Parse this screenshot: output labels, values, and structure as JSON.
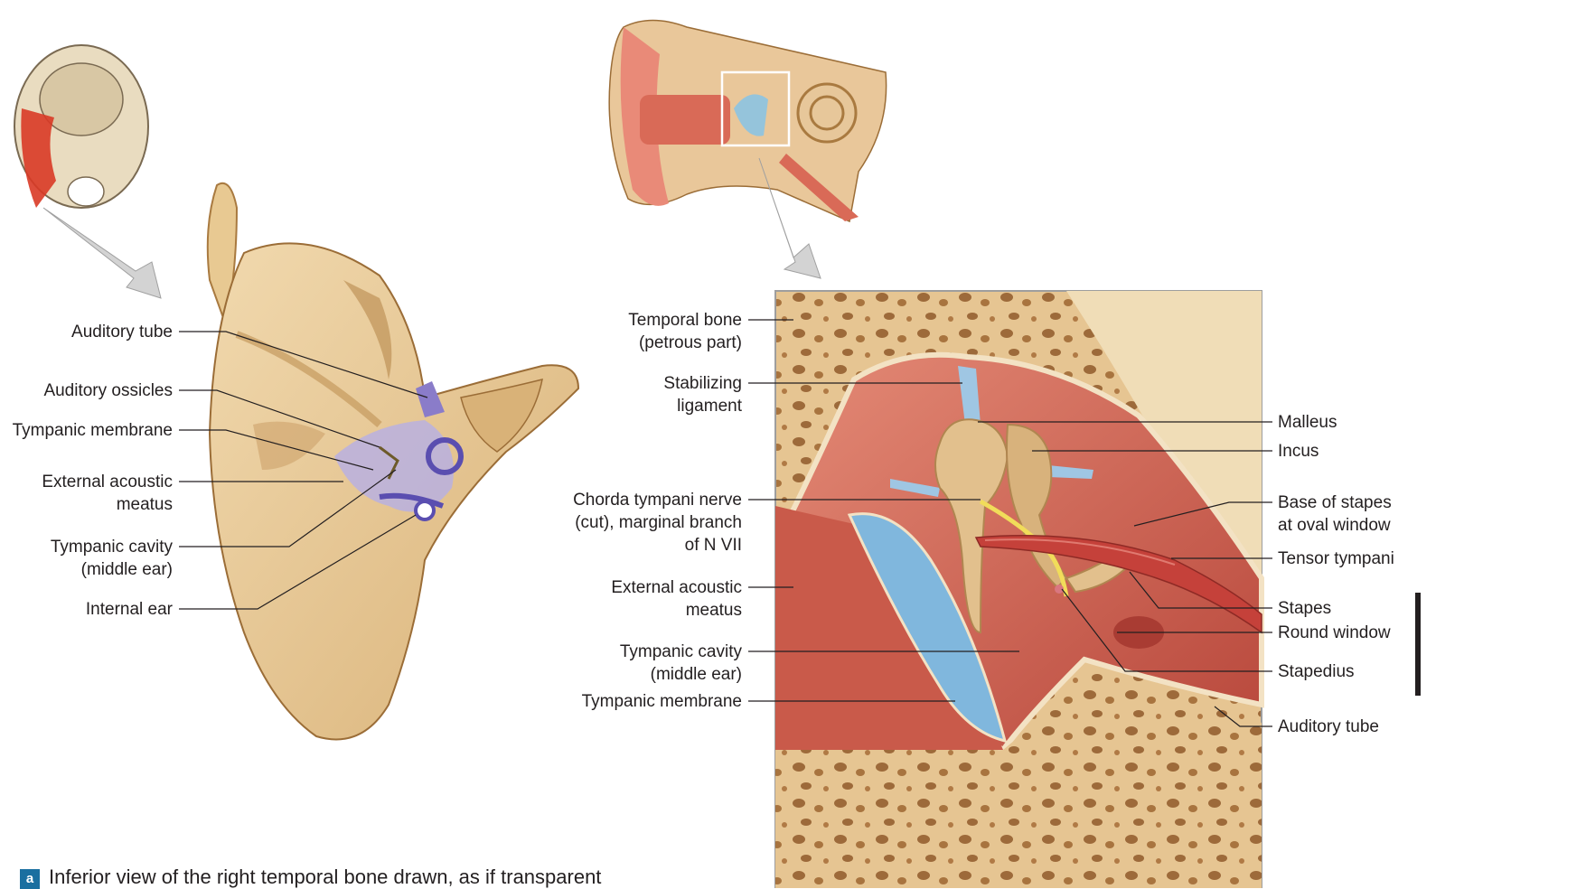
{
  "left_panel": {
    "labels": {
      "auditory_tube": "Auditory tube",
      "auditory_ossicles": "Auditory ossicles",
      "tympanic_membrane": "Tympanic membrane",
      "external_acoustic_meatus": "External acoustic meatus",
      "tympanic_cavity": "Tympanic cavity (middle ear)",
      "internal_ear": "Internal ear"
    },
    "caption_badge": "a",
    "caption": "Inferior view of the right temporal bone drawn, as if transparent"
  },
  "right_panel": {
    "left_labels": {
      "temporal_bone": "Temporal bone (petrous part)",
      "stabilizing_ligament": "Stabilizing ligament",
      "chorda_tympani": "Chorda tympani nerve (cut), marginal branch of N VII",
      "external_acoustic_meatus": "External acoustic meatus",
      "tympanic_cavity": "Tympanic cavity (middle ear)",
      "tympanic_membrane": "Tympanic membrane"
    },
    "right_labels": {
      "malleus": "Malleus",
      "incus": "Incus",
      "base_of_stapes": "Base of stapes at oval window",
      "tensor_tympani": "Tensor tympani",
      "stapes": "Stapes",
      "round_window": "Round window",
      "stapedius": "Stapedius",
      "auditory_tube": "Auditory tube"
    }
  },
  "colors": {
    "bone": "#e7c48f",
    "bone_dark": "#b98a4e",
    "cavity": "#c7574a",
    "cavity_light": "#e08574",
    "membrane": "#7fb6dc",
    "ossicle": "#e2c08d",
    "highlight": "#d93a26",
    "purple": "#a79bd6",
    "leader": "#231f20",
    "badge": "#1a6fa0"
  }
}
